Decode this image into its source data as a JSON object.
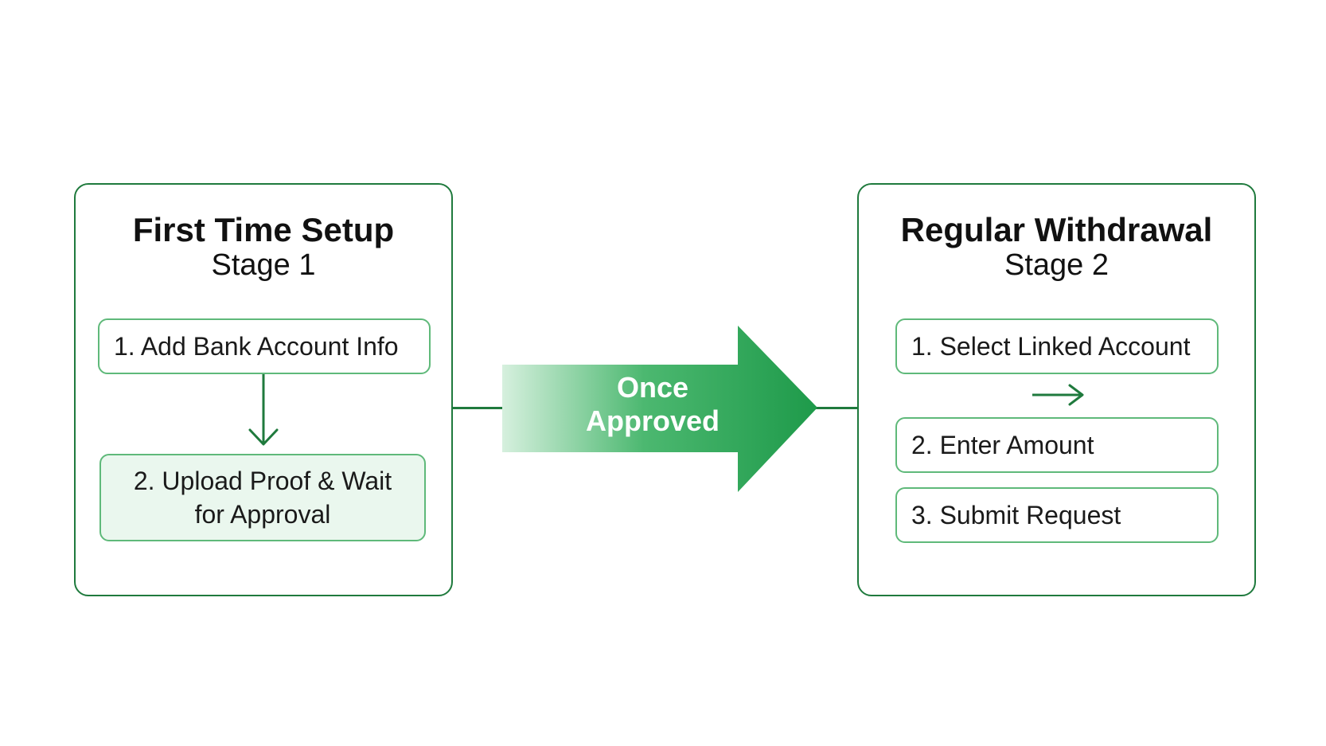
{
  "stage1": {
    "title": "First Time Setup",
    "subtitle": "Stage 1",
    "steps": [
      {
        "label": "1. Add Bank Account Info"
      },
      {
        "label": "2. Upload Proof & Wait for Approval"
      }
    ]
  },
  "transition": {
    "label": "Once Approved"
  },
  "stage2": {
    "title": "Regular Withdrawal",
    "subtitle": "Stage 2",
    "steps": [
      {
        "label": "1. Select Linked Account"
      },
      {
        "label": "2. Enter Amount"
      },
      {
        "label": "3. Submit Request"
      }
    ]
  },
  "colors": {
    "border_dark": "#1f7a3d",
    "border_light": "#5fb97a",
    "tint": "#eaf7ee",
    "arrow_start": "#d6f0de",
    "arrow_end": "#1e9a4a",
    "text": "#111111"
  }
}
